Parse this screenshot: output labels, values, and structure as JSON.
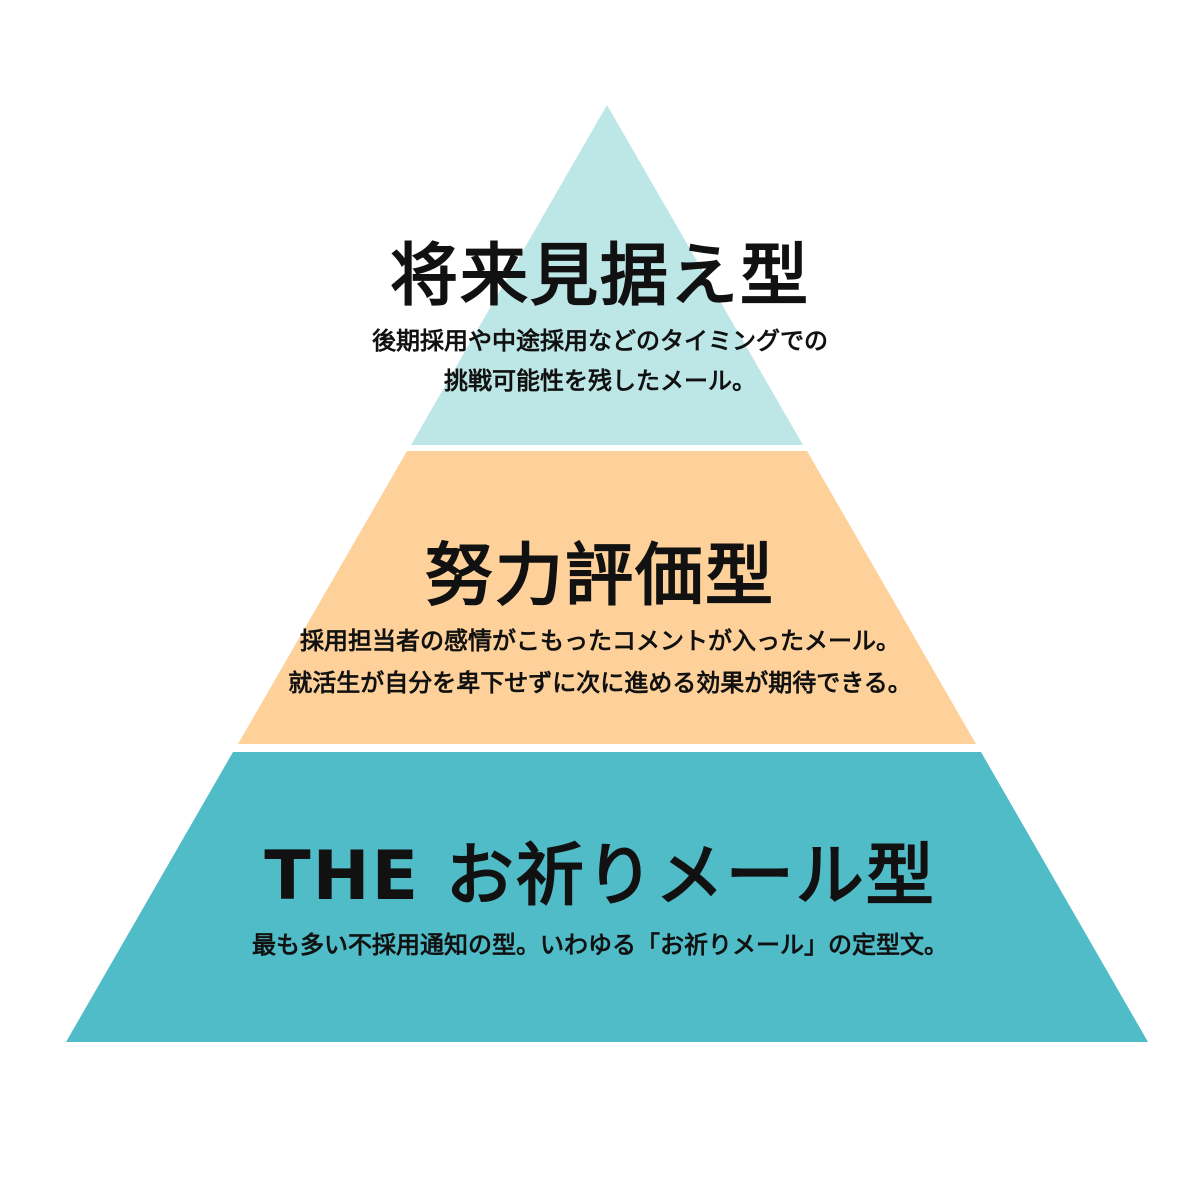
{
  "colors": {
    "top": "#bde6e6",
    "middle": "#fdd199",
    "bottom": "#4fbcc8"
  },
  "tiers": [
    {
      "title": "将来見据え型",
      "lines": [
        "後期採用や中途採用などのタイミングでの",
        "挑戦可能性を残したメール。"
      ]
    },
    {
      "title": "努力評価型",
      "lines": [
        "採用担当者の感情がこもったコメントが入ったメール。",
        "就活生が自分を卑下せずに次に進める効果が期待できる。"
      ]
    },
    {
      "title": "THE お祈りメール型",
      "lines": [
        "最も多い不採用通知の型。いわゆる「お祈りメール」の定型文。"
      ]
    }
  ]
}
